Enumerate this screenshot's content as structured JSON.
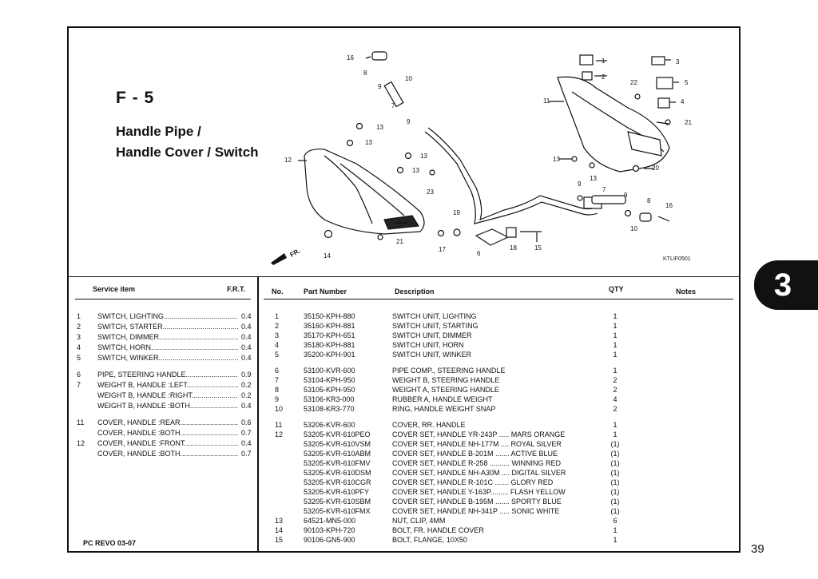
{
  "page": {
    "code": "F - 5",
    "title_line1": "Handle Pipe /",
    "title_line2": "Handle Cover / Switch",
    "section_tab": "3",
    "page_number": "39",
    "footer": "PC REVO  03-07",
    "diagram_code": "KTLIF0501"
  },
  "service_header": {
    "item": "Service item",
    "frt": "F.R.T."
  },
  "parts_header": {
    "no": "No.",
    "part_number": "Part Number",
    "description": "Description",
    "qty": "QTY",
    "notes": "Notes"
  },
  "service_items": [
    {
      "no": "1",
      "name": "SWITCH, LIGHTING",
      "frt": "0.4"
    },
    {
      "no": "2",
      "name": "SWITCH, STARTER",
      "frt": "0.4"
    },
    {
      "no": "3",
      "name": "SWITCH, DIMMER",
      "frt": "0.4"
    },
    {
      "no": "4",
      "name": "SWITCH, HORN",
      "frt": "0.4"
    },
    {
      "no": "5",
      "name": "SWITCH, WINKER",
      "frt": "0.4"
    },
    {
      "no": "6",
      "name": "PIPE, STEERING HANDLE",
      "frt": "0.9"
    },
    {
      "no": "7",
      "name": "WEIGHT B, HANDLE :LEFT",
      "frt": "0.2"
    },
    {
      "no": "",
      "name": "WEIGHT B, HANDLE :RIGHT",
      "frt": "0.2"
    },
    {
      "no": "",
      "name": "WEIGHT B, HANDLE :BOTH",
      "frt": "0.4"
    },
    {
      "no": "11",
      "name": "COVER, HANDLE :REAR",
      "frt": "0.6"
    },
    {
      "no": "",
      "name": "COVER, HANDLE :BOTH",
      "frt": "0.7"
    },
    {
      "no": "12",
      "name": "COVER, HANDLE :FRONT",
      "frt": "0.4"
    },
    {
      "no": "",
      "name": "COVER, HANDLE :BOTH",
      "frt": "0.7"
    }
  ],
  "parts": [
    {
      "no": "1",
      "pn": "35150-KPH-880",
      "desc": "SWITCH UNIT, LIGHTING",
      "qty": "1"
    },
    {
      "no": "2",
      "pn": "35160-KPH-881",
      "desc": "SWITCH UNIT, STARTING",
      "qty": "1"
    },
    {
      "no": "3",
      "pn": "35170-KPH-651",
      "desc": "SWITCH UNIT, DIMMER",
      "qty": "1"
    },
    {
      "no": "4",
      "pn": "35180-KPH-881",
      "desc": "SWITCH UNIT, HORN",
      "qty": "1"
    },
    {
      "no": "5",
      "pn": "35200-KPH-901",
      "desc": "SWITCH UNIT, WINKER",
      "qty": "1"
    },
    {
      "no": "6",
      "pn": "53100-KVR-600",
      "desc": "PIPE COMP., STEERING HANDLE",
      "qty": "1"
    },
    {
      "no": "7",
      "pn": "53104-KPH-950",
      "desc": "WEIGHT B, STEERING HANDLE",
      "qty": "2"
    },
    {
      "no": "8",
      "pn": "53105-KPH-950",
      "desc": "WEIGHT A, STEERING HANDLE",
      "qty": "2"
    },
    {
      "no": "9",
      "pn": "53106-KR3-000",
      "desc": "RUBBER A, HANDLE WEIGHT",
      "qty": "4"
    },
    {
      "no": "10",
      "pn": "53108-KR3-770",
      "desc": "RING, HANDLE WEIGHT SNAP",
      "qty": "2"
    },
    {
      "no": "11",
      "pn": "53206-KVR-600",
      "desc": "COVER, RR. HANDLE",
      "qty": "1"
    },
    {
      "no": "12",
      "pn": "53205-KVR-610PEO",
      "desc": "COVER SET, HANDLE YR-243P ..... MARS ORANGE",
      "qty": "1"
    },
    {
      "no": "",
      "pn": "53205-KVR-610VSM",
      "desc": "COVER SET, HANDLE NH-177M .... ROYAL SILVER",
      "qty": "(1)"
    },
    {
      "no": "",
      "pn": "53205-KVR-610ABM",
      "desc": "COVER SET, HANDLE B-201M ....... ACTIVE BLUE",
      "qty": "(1)"
    },
    {
      "no": "",
      "pn": "53205-KVR-610FMV",
      "desc": "COVER SET, HANDLE R-258 .......... WINNING RED",
      "qty": "(1)"
    },
    {
      "no": "",
      "pn": "53205-KVR-610DSM",
      "desc": "COVER SET, HANDLE NH-A30M .... DIGITAL SILVER",
      "qty": "(1)"
    },
    {
      "no": "",
      "pn": "53205-KVR-610CGR",
      "desc": "COVER SET, HANDLE R-101C ....... GLORY RED",
      "qty": "(1)"
    },
    {
      "no": "",
      "pn": "53205-KVR-610PFY",
      "desc": "COVER SET, HANDLE Y-163P......... FLASH YELLOW",
      "qty": "(1)"
    },
    {
      "no": "",
      "pn": "53205-KVR-610SBM",
      "desc": "COVER SET, HANDLE B-195M ....... SPORTY BLUE",
      "qty": "(1)"
    },
    {
      "no": "",
      "pn": "53205-KVR-610FMX",
      "desc": "COVER SET, HANDLE NH-341P ..... SONIC WHITE",
      "qty": "(1)"
    },
    {
      "no": "13",
      "pn": "64521-MN5-000",
      "desc": "NUT, CLIP, 4MM",
      "qty": "6"
    },
    {
      "no": "14",
      "pn": "90103-KPH-720",
      "desc": "BOLT, FR. HANDLE COVER",
      "qty": "1"
    },
    {
      "no": "15",
      "pn": "90106-GN5-900",
      "desc": "BOLT, FLANGE, 10X50",
      "qty": "1"
    }
  ],
  "diagram_labels": [
    "16",
    "8",
    "10",
    "9",
    "7",
    "9",
    "13",
    "13",
    "12",
    "13",
    "13",
    "23",
    "19",
    "17",
    "6",
    "18",
    "15",
    "21",
    "14",
    "1",
    "3",
    "2",
    "22",
    "5",
    "11",
    "4",
    "21",
    "13",
    "13",
    "20",
    "9",
    "7",
    "9",
    "8",
    "16",
    "10",
    "FR."
  ]
}
